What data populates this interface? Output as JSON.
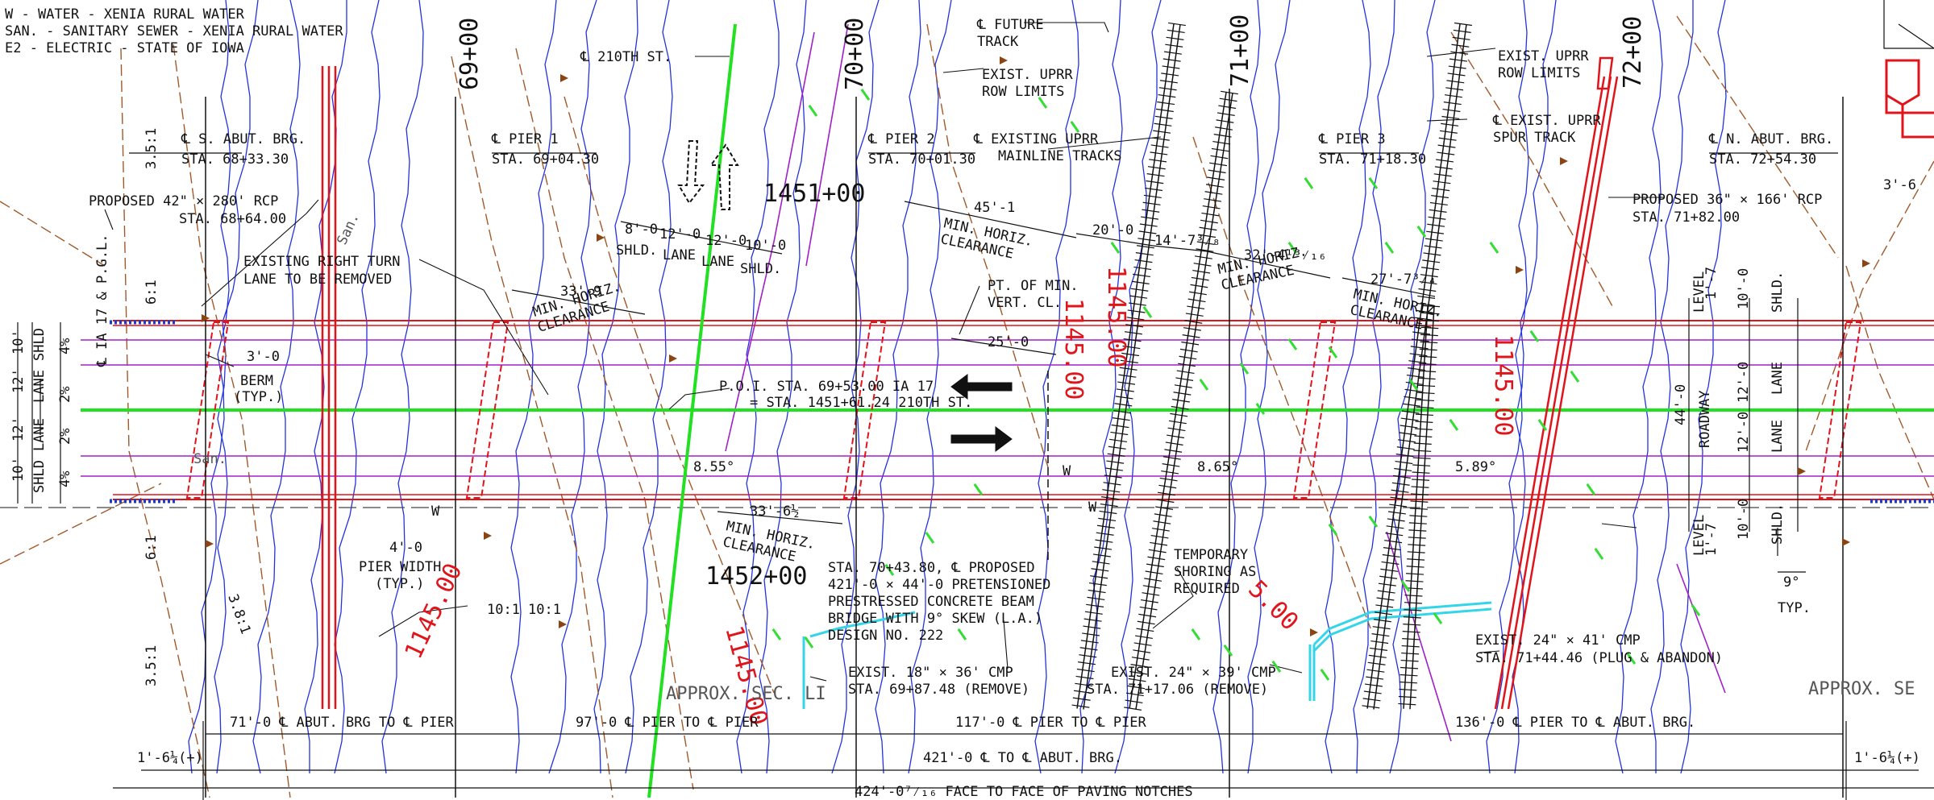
{
  "colors": {
    "centerline": "#22e022",
    "bridge": "#e0141b",
    "lane": "#a020c8",
    "contour": "#2233dd",
    "grading": "#a05a2a",
    "ink": "#111111",
    "elevation": "#33dd33"
  },
  "legend": {
    "lines": [
      "W - WATER - XENIA RURAL WATER",
      "SAN. - SANITARY SEWER - XENIA RURAL WATER",
      "E2 - ELECTRIC - STATE OF IOWA"
    ]
  },
  "stations": {
    "sta69": "69+00",
    "sta70": "70+00",
    "sta71": "71+00",
    "sta72": "72+00",
    "sta1451": "1451+00",
    "sta1452": "1452+00"
  },
  "red_elevations": [
    "1145.00",
    "1145.00",
    "1145.00",
    "1145.00",
    "1145.00"
  ],
  "red_partial": "5.00",
  "callouts": {
    "street": "℄ 210TH ST.",
    "future_track_1": "℄ FUTURE",
    "future_track_2": "TRACK",
    "row_left_1": "EXIST. UPRR",
    "row_left_2": "ROW LIMITS",
    "row_right_1": "EXIST. UPRR",
    "row_right_2": "ROW LIMITS",
    "spur_1": "℄ EXIST. UPRR",
    "spur_2": "SPUR TRACK",
    "mainline_1": "℄ EXISTING UPRR",
    "mainline_2": "MAINLINE TRACKS",
    "s_abut": "℄ S. ABUT. BRG.",
    "s_abut_sta": "STA. 68+33.30",
    "pier1": "℄ PIER 1",
    "pier1_sta": "STA. 69+04.30",
    "pier2": "℄ PIER 2",
    "pier2_sta": "STA. 70+01.30",
    "pier3": "℄ PIER 3",
    "pier3_sta": "STA. 71+18.30",
    "n_abut": "℄ N. ABUT. BRG.",
    "n_abut_sta": "STA. 72+54.30",
    "rcp42_1": "PROPOSED 42\" × 280' RCP",
    "rcp42_2": "STA. 68+64.00",
    "rcp36_1": "PROPOSED 36\" × 166' RCP",
    "rcp36_2": "STA. 71+82.00",
    "turn_lane_1": "EXISTING RIGHT TURN",
    "turn_lane_2": "LANE TO BE REMOVED",
    "poi_1": "P.O.I. STA. 69+53.00 IA 17",
    "poi_2": "= STA. 1451+61.24 210TH ST.",
    "bridge_1": "STA. 70+43.80, ℄ PROPOSED",
    "bridge_2": "421'-0 × 44'-0 PRETENSIONED",
    "bridge_3": "PRESTRESSED CONCRETE BEAM",
    "bridge_4": "BRIDGE WITH 9° SKEW (L.A.)",
    "bridge_5": "DESIGN NO. 222",
    "shoring_1": "TEMPORARY",
    "shoring_2": "SHORING AS",
    "shoring_3": "REQUIRED",
    "cmp18_1": "EXIST. 18\" × 36' CMP",
    "cmp18_2": "STA. 69+87.48 (REMOVE)",
    "cmp24a_1": "EXIST. 24\" × 39' CMP",
    "cmp24a_2": "STA. 71+17.06 (REMOVE)",
    "cmp24b_1": "EXIST. 24\" × 41' CMP",
    "cmp24b_2": "STA. 71+44.46 (PLUG & ABANDON)",
    "pt_vert_1": "PT. OF MIN.",
    "pt_vert_2": "VERT. CL.",
    "berm_1": "BERM",
    "berm_2": "(TYP.)",
    "pier_width_1": "PIER WIDTH",
    "pier_width_2": "(TYP.)",
    "min_horiz": "MIN. HORIZ.",
    "clearance": "CLEARANCE",
    "approx_sec": "APPROX. SEC. LI",
    "approx_se": "APPROX. SE",
    "ia17_cl": "℄ IA 17 & P.G.L.",
    "san_1": "San.",
    "san_2": "San.",
    "w_1": "W",
    "w_2": "W",
    "w_3": "W",
    "typ": "TYP."
  },
  "dimensions": {
    "d_33_9": "33'-9",
    "d_45_1": "45'-1",
    "d_20_0": "20'-0",
    "d_14_7": "14'-7³⁄₈",
    "d_32_4": "32'-4¹³⁄₁₆",
    "d_27_7": "27'-7³⁄₄",
    "d_25_0": "25'-0",
    "d_33_6": "33'-6½",
    "d_3_0": "3'-0",
    "d_4_0": "4'-0",
    "d_8_0": "8'-0",
    "d_12_0a": "12'-0",
    "d_12_0b": "12'-0",
    "d_10_0": "10'-0",
    "shld_lane_1": "SHLD.",
    "shld_lane_2": "LANE",
    "shld_lane_3": "LANE",
    "shld_lane_4": "SHLD.",
    "ang_855": "8.55°",
    "ang_865": "8.65°",
    "ang_589": "5.89°",
    "ang_9": "9°",
    "d_3_6": "3'-6",
    "slope_35a": "3.5:1",
    "slope_61a": "6:1",
    "slope_61b": "6:1",
    "slope_38": "3.8:1",
    "slope_35b": "3.5:1",
    "slope_101a": "10:1",
    "slope_101b": "10:1",
    "left_stack": [
      "10'",
      "SHLD",
      "12'",
      "LANE",
      "12'",
      "LANE",
      "10'",
      "SHLD"
    ],
    "left_pct": [
      "4%",
      "2%",
      "2%",
      "4%"
    ],
    "right_stack": [
      "1'-7",
      "LEVEL",
      "10'-0",
      "SHLD.",
      "12'-0",
      "LANE",
      "44'-0",
      "ROADWAY",
      "12'-0",
      "LANE",
      "10'-0",
      "SHLD.",
      "1'-7",
      "LEVEL"
    ],
    "span_71": "71'-0 ℄ ABUT. BRG TO ℄ PIER",
    "span_97": "97'-0 ℄ PIER TO ℄ PIER",
    "span_117": "117'-0 ℄ PIER TO ℄ PIER",
    "span_136": "136'-0 ℄ PIER TO ℄ ABUT. BRG.",
    "total_421": "421'-0 ℄ TO ℄ ABUT. BRG.",
    "end_left": "1'-6¼(+)",
    "end_right": "1'-6¼(+)",
    "total_424": "424'-0⁷⁄₁₆ FACE TO FACE OF PAVING NOTCHES"
  }
}
